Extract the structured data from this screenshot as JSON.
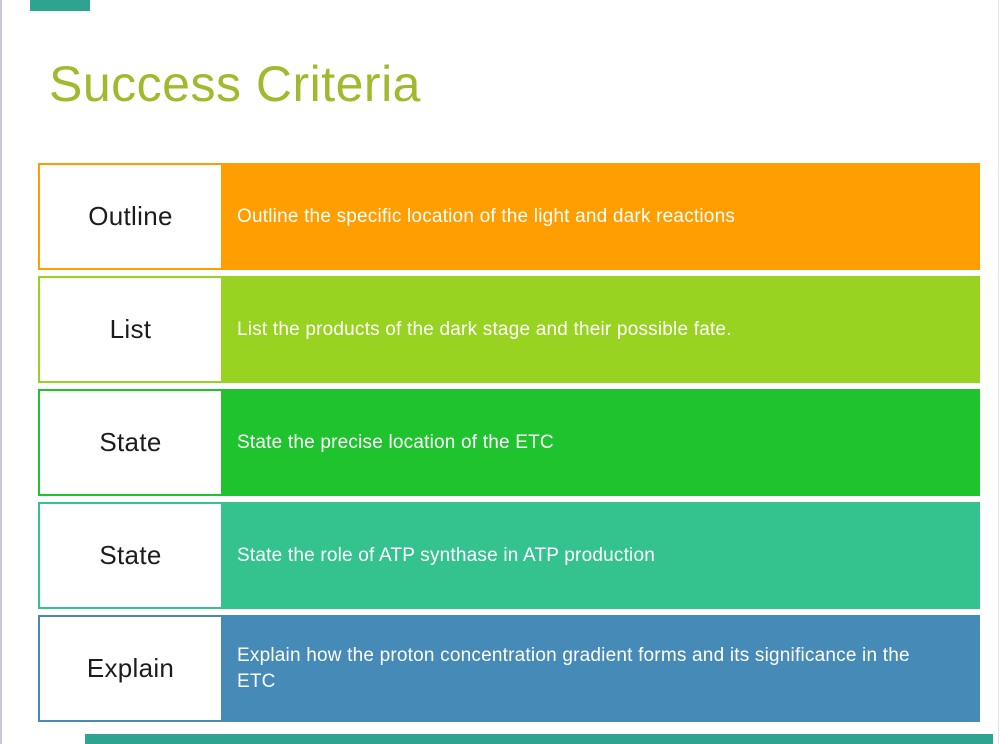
{
  "slide": {
    "title": "Success Criteria",
    "title_color": "#a3b92d",
    "accent_color": "#2da390",
    "edge_color": "#c7cbd7",
    "rows": [
      {
        "label": "Outline",
        "text": "Outline the specific location of the light and dark reactions",
        "color": "#fe9e00"
      },
      {
        "label": "List",
        "text": "List the products of the dark stage and their possible fate.",
        "color": "#98d321"
      },
      {
        "label": "State",
        "text": "State the precise location of the ETC",
        "color": "#1ec32d"
      },
      {
        "label": "State",
        "text": "State the role of ATP synthase in ATP production",
        "color": "#34c28f"
      },
      {
        "label": "Explain",
        "text": "Explain how the proton concentration gradient forms and its significance in the ETC",
        "color": "#468ab8"
      }
    ]
  }
}
